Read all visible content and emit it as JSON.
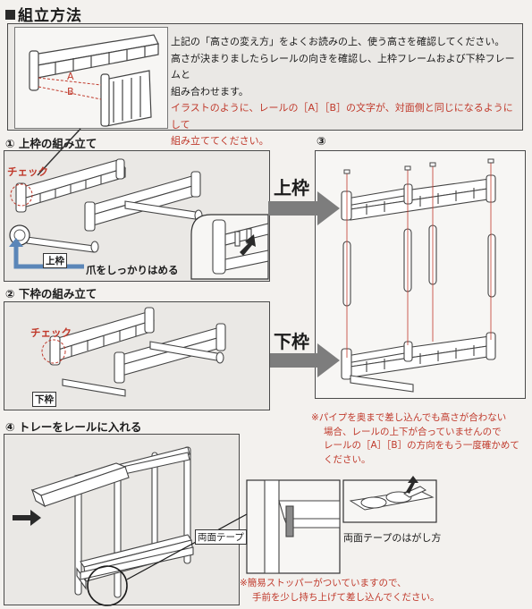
{
  "title": "組立方法",
  "intro": {
    "label_a": "A",
    "label_b": "B",
    "lines": [
      "上記の「高さの変え方」をよくお読みの上、使う高さを確認してください。",
      "高さが決まりましたらレールの向きを確認し、上枠フレームおよび下枠フレームと",
      "組み合わせます。"
    ],
    "red_lines": [
      "イラストのように、レールの［A］［B］の文字が、対面側と同じになるようにして",
      "組み立ててください。"
    ]
  },
  "step1": {
    "title": "① 上枠の組み立て",
    "check": "チェック",
    "tag": "上枠",
    "caption": "爪をしっかりはめる"
  },
  "step2": {
    "title": "② 下枠の組み立て",
    "check": "チェック",
    "tag": "下枠"
  },
  "step3": {
    "title": "③",
    "upper_label": "上枠",
    "lower_label": "下枠",
    "note": [
      "※パイプを奥まで差し込んでも高さが合わない",
      "場合、レールの上下が合っていませんので",
      "レールの［A］［B］の方向をもう一度確かめて",
      "ください。"
    ]
  },
  "step4": {
    "title": "④ トレーをレールに入れる",
    "tape_label": "両面テープ",
    "peel_label": "両面テープのはがし方",
    "note": [
      "※簡易ストッパーがついていますので、",
      "手前を少し持ち上げて差し込んでください。"
    ]
  },
  "colors": {
    "accent_red": "#c0392b",
    "arrow_gray": "#7d7d7d",
    "arrow_blue": "#5b86b8"
  }
}
